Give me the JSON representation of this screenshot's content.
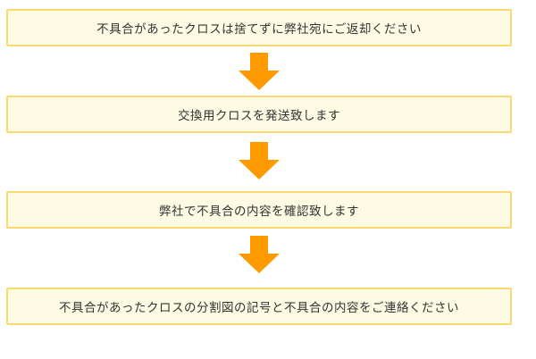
{
  "steps": [
    "不具合があったクロスは捨てずに弊社宛にご返却ください",
    "交換用クロスを発送致します",
    "弊社で不具合の内容を確認致します",
    "不具合があったクロスの分割図の記号と不具合の内容をご連絡ください"
  ],
  "colors": {
    "box_fill": "#fefbe4",
    "box_border": "#fbd96e",
    "arrow": "#ff9900"
  }
}
